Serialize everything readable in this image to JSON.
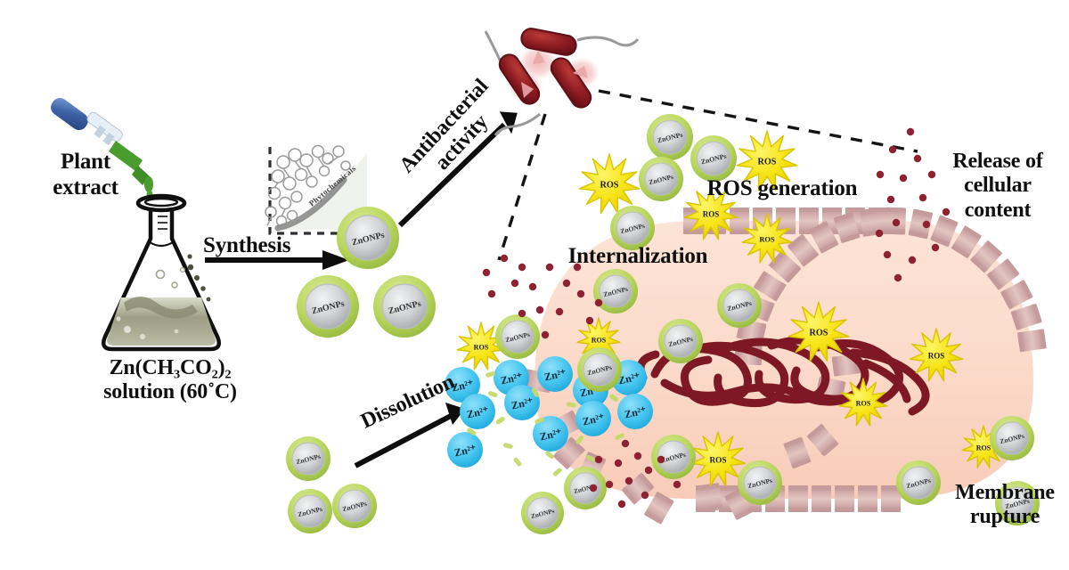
{
  "figure": {
    "title": "Green synthesis of ZnO nanoparticles and their antibacterial mechanism",
    "background_color": "#ffffff"
  },
  "labels": {
    "plant_extract": "Plant\nextract",
    "precursor": "Zn(CH₃CO₂)₂\nsolution (60˚C)",
    "synthesis": "Synthesis",
    "antibacterial_activity": "Antibacterial\nactivity",
    "dissolution": "Dissolution",
    "ros_generation": "ROS generation",
    "internalization": "Internalization",
    "release_of_cellular_content": "Release of\ncellular\ncontent",
    "membrane_rupture": "Membrane\nrupture"
  },
  "entities": {
    "nanoparticle_label": "ZnONPs",
    "ion_label": "Zn²⁺",
    "ros_label": "ROS"
  },
  "colors": {
    "nanoparticle_ring": "#b5d25a",
    "nanoparticle_core": "#c9cbcd",
    "ion_fill": "#45c5ef",
    "ros_fill": "#f7e417",
    "ros_stroke": "#d8c400",
    "cytoplasm": "#fbd9c8",
    "membrane_segment": "#c79b9b",
    "dna_strand": "#7d1824",
    "bacteria_body": "#8e1d22",
    "bacteria_leak": "#e8a0a0",
    "flagellum": "#9a9a9a",
    "flask_liquid": "#9a9b82",
    "pipette_bulb": "#3f63a8",
    "pipette_tip": "#4a9c2f",
    "cell_debris": "#8e2233",
    "arrow": "#0d0d0d",
    "text": "#101010"
  },
  "counts": {
    "synthesized_nanoparticles": 3,
    "bacteria_cells": 3,
    "zinc_ions": 9,
    "ros_bursts": 10
  },
  "membrane": {
    "segment_count": 54,
    "ruptured_region": "lower-left and lower-right of cell"
  }
}
